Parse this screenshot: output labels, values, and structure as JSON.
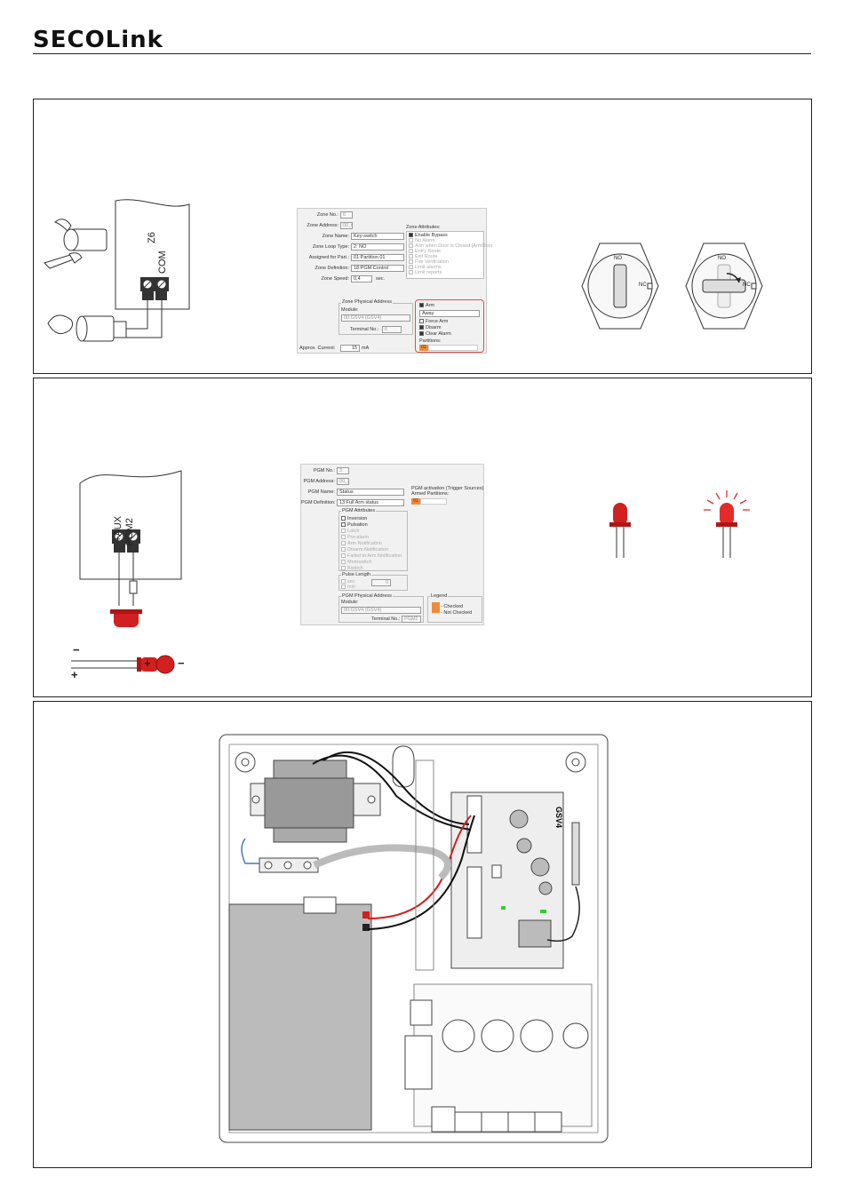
{
  "header": {
    "logo_text": "SECOLink"
  },
  "panel1": {
    "terminal_labels": [
      "Z6",
      "COM"
    ],
    "zone_config": {
      "fields": [
        {
          "label": "Zone No.:",
          "value": "6"
        },
        {
          "label": "Zone Address:",
          "value": "00_6"
        },
        {
          "label": "Zone Name:",
          "value": "Key-switch"
        },
        {
          "label": "Zone Loop Type:",
          "value": "2: NO"
        },
        {
          "label": "Assigned for Part.:",
          "value": "01:Partition 01"
        },
        {
          "label": "Zone Definition:",
          "value": "18:PGM Control"
        },
        {
          "label": "Zone Speed:",
          "value": "0,4"
        }
      ],
      "speed_unit": "sec.",
      "attributes_title": "Zone Attributes:",
      "attributes": [
        "Enable Bypass",
        "No Alarm",
        "Arm when Door is Closed  [ArmDoor",
        "Entry Route",
        "Exit Route",
        "Fire Verification",
        "Limit alarms",
        "Limit reports"
      ],
      "physical_title": "Zone Physical Address",
      "module_label": "Module:",
      "module_value": "00:GSV4 (GSV4)",
      "terminal_label": "Terminal No.:",
      "terminal_value": "6",
      "current_label": "Approx. Current:",
      "current_value": "15",
      "current_unit": "mA",
      "arm_options": [
        "Arm",
        "Force Arm",
        "Disarm",
        "Clear Alarm"
      ],
      "arm_mode": "Away",
      "partitions_label": "Partitions:",
      "partition_value": "01"
    },
    "keyswitch_labels": {
      "no": "NO",
      "nc": "NC"
    }
  },
  "panel2": {
    "terminal_labels": [
      "+AUX",
      "-PGM2"
    ],
    "polarity": {
      "minus": "−",
      "plus": "+"
    },
    "pgm_config": {
      "fields": [
        {
          "label": "PGM No.:",
          "value": "3"
        },
        {
          "label": "PGM Address:",
          "value": "00_3"
        },
        {
          "label": "PGM Name:",
          "value": "Status"
        },
        {
          "label": "PGM Definition:",
          "value": "13:Full Arm status"
        }
      ],
      "activation_title": "PGM activation (Trigger Sources)",
      "armed_partitions_label": "Armed Partitions:",
      "armed_partition_value": "01",
      "attributes_title": "PGM Attributes",
      "attributes": [
        "Inversion",
        "Pulsation",
        "Latch",
        "Pre-alarm",
        "Arm Notification",
        "Disarm Notification",
        "Failed to Arm  Notification",
        "Momswitch",
        "Bistitch"
      ],
      "pulse_title": "Pulse Length",
      "pulse_options": [
        "sec",
        "min"
      ],
      "pulse_value": "0",
      "physical_title": "PGM Physical Address",
      "module_label": "Module:",
      "module_value": "00:GSV4 (GSV4)",
      "terminal_label": "Terminal No.:",
      "terminal_value": "PGM2",
      "legend_title": "Legend",
      "legend_items": [
        "- Checked",
        "- Not Checked"
      ]
    }
  },
  "panel3": {
    "board_label": "GSV4"
  },
  "colors": {
    "led_red": "#d21f1f",
    "arm_highlight": "#d9534f",
    "legend_orange": "#f08a3c"
  }
}
